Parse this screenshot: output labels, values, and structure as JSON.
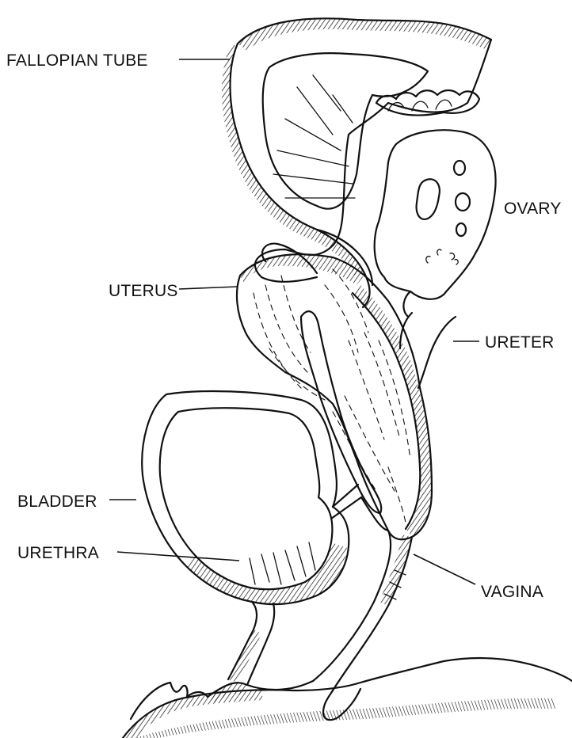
{
  "labels": {
    "fallopian_tube": "FALLOPIAN TUBE",
    "ovary": "OVARY",
    "uterus": "UTERUS",
    "ureter": "URETER",
    "bladder": "BLADDER",
    "urethra": "URETHRA",
    "vagina": "VAGINA"
  },
  "colors": {
    "ink": "#111111",
    "paper": "#ffffff"
  }
}
